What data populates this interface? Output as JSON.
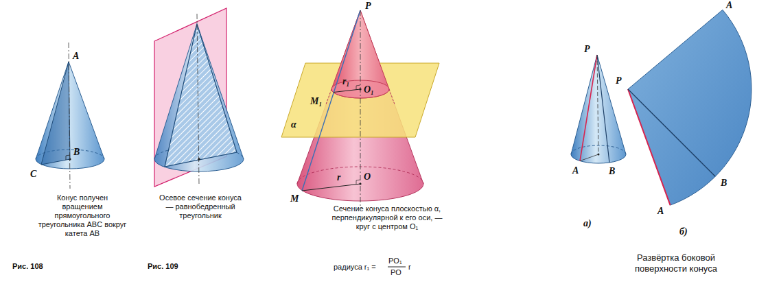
{
  "diagram": {
    "labels": [
      "A",
      "B",
      "C",
      "Конус получен вращением прямоугольного треугольника ABC вокруг катета AB",
      "Рис. 108",
      "Осевое сечение конуса — равнобедренный треугольник",
      "Рис. 109",
      "P",
      "r₁",
      "O₁",
      "α",
      "M₁",
      "r",
      "O",
      "M",
      "Сечение конуса плоскостью α, перпендикулярной к его оси, — круг с центром O₁",
      "радиуса r₁ =",
      "PO₁",
      "PO",
      "r",
      "P",
      "A",
      "B",
      "P",
      "A",
      "B",
      "A",
      "а)",
      "б)",
      "Развёртка боковой поверхности конуса"
    ]
  }
}
